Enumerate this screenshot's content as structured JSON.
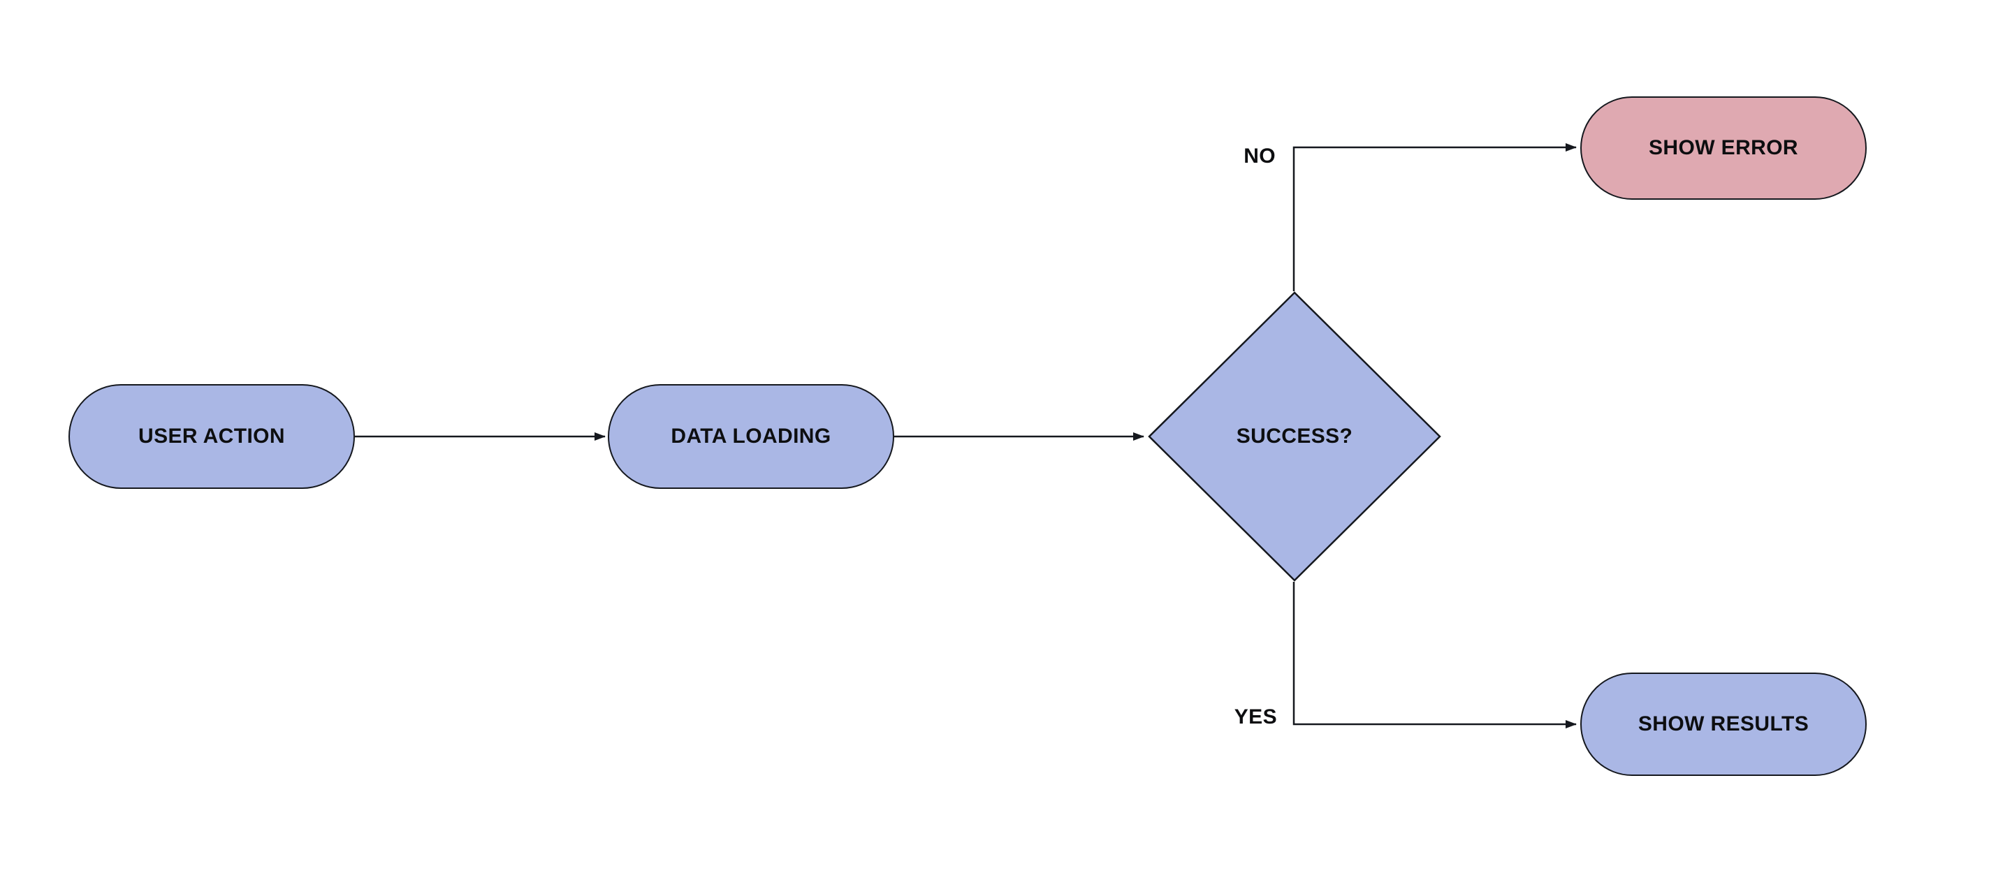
{
  "diagram": {
    "type": "flowchart",
    "colors": {
      "process_fill": "#aab7e5",
      "error_fill": "#dfa9b1",
      "stroke": "#15181e",
      "text": "#0d0e10",
      "background": "#ffffff"
    },
    "nodes": [
      {
        "id": "user-action",
        "label": "USER ACTION",
        "shape": "rounded",
        "fill": "#aab7e5"
      },
      {
        "id": "data-loading",
        "label": "DATA LOADING",
        "shape": "rounded",
        "fill": "#aab7e5"
      },
      {
        "id": "success",
        "label": "SUCCESS?",
        "shape": "diamond",
        "fill": "#aab7e5"
      },
      {
        "id": "show-error",
        "label": "SHOW ERROR",
        "shape": "rounded",
        "fill": "#dfa9b1"
      },
      {
        "id": "show-results",
        "label": "SHOW RESULTS",
        "shape": "rounded",
        "fill": "#aab7e5"
      }
    ],
    "edges": [
      {
        "from": "user-action",
        "to": "data-loading",
        "label": ""
      },
      {
        "from": "data-loading",
        "to": "success",
        "label": ""
      },
      {
        "from": "success",
        "to": "show-error",
        "label": "NO"
      },
      {
        "from": "success",
        "to": "show-results",
        "label": "YES"
      }
    ]
  }
}
